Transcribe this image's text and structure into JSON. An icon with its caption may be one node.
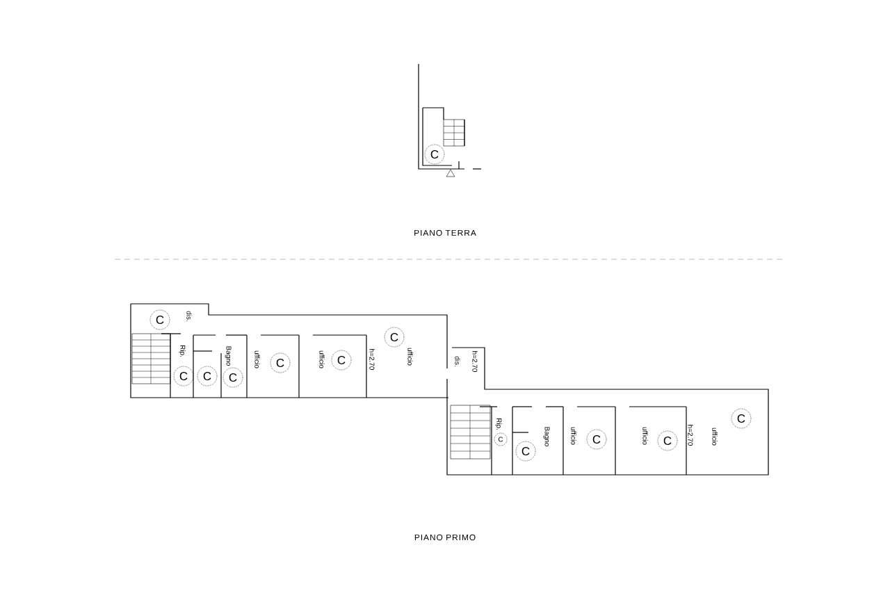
{
  "diagram": {
    "labels": [
      "C",
      "PIANO TERRA",
      "C",
      "dis.",
      "C",
      "ufficio",
      "Rip.",
      "Bagno",
      "ufficio",
      "C",
      "ufficio",
      "C",
      "h=2.70",
      "dis.",
      "h=2.70",
      "C",
      "C",
      "C",
      "C",
      "Rip.",
      "Bagno",
      "ufficio",
      "C",
      "ufficio",
      "C",
      "h=2.70",
      "ufficio",
      "C",
      "C",
      "PIANO PRIMO"
    ]
  }
}
